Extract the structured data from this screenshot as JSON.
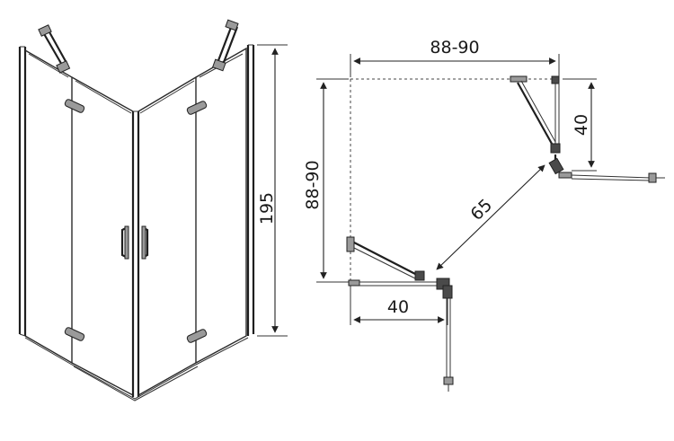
{
  "dimensions": {
    "height": "195",
    "width_top": "88-90",
    "depth_left": "88-90",
    "door_offset_right": "40",
    "door_offset_bottom": "40",
    "diagonal": "65"
  },
  "colors": {
    "line": "#222222",
    "hardware": "#9a9a9a",
    "background": "#ffffff"
  }
}
